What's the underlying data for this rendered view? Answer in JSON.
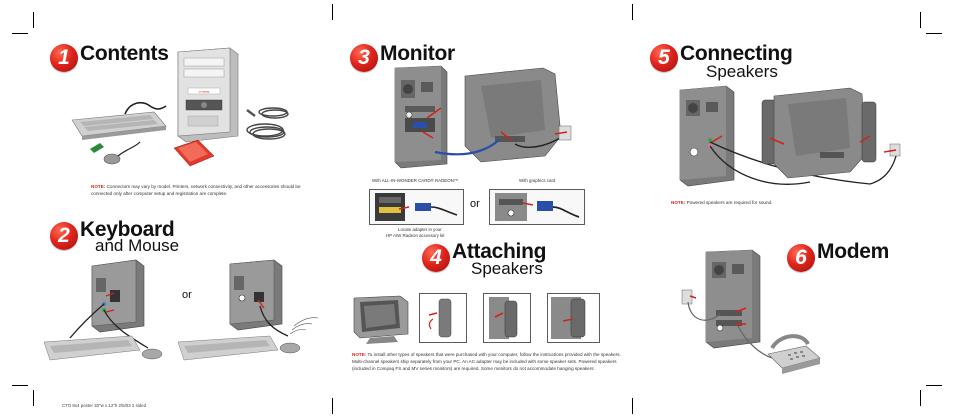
{
  "colors": {
    "accent": "#e0251d",
    "tower": "#8a8a8a",
    "tower_front": "#d8d8d8",
    "keyboard": "#cfcfcf",
    "arrow": "#d2231a",
    "cable_blue": "#2a4fa8"
  },
  "steps": [
    {
      "number": "1",
      "title": "Contents",
      "subtitle": ""
    },
    {
      "number": "2",
      "title": "Keyboard",
      "subtitle": "and Mouse"
    },
    {
      "number": "3",
      "title": "Monitor",
      "subtitle": ""
    },
    {
      "number": "4",
      "title": "Attaching",
      "subtitle": "Speakers"
    },
    {
      "number": "5",
      "title": "Connecting",
      "subtitle": "Speakers"
    },
    {
      "number": "6",
      "title": "Modem",
      "subtitle": ""
    }
  ],
  "contents": {
    "note_label": "NOTE:",
    "note_text": "Connectors may vary by model. Printers, network connectivity, and other accessories should be connected only after computer setup and registration are complete."
  },
  "keyboard_mouse": {
    "or": "or"
  },
  "monitor": {
    "caption_ati": "With ALL-IN-WONDER CARD® RADEON™",
    "caption_graphics": "With graphics card",
    "or": "or",
    "locate_line1": "Locate adapter in your",
    "locate_line2": "HP AIW Radeon accessory kit"
  },
  "attaching": {
    "note_label": "NOTE:",
    "note_text": "To install other types of speakers that were purchased with your computer, follow the instructions provided with the speakers. Multi-channel speakers ship separately from your PC. An AC adapter may be included with some speaker sets. Powered speakers (included in Compaq FS and MV series monitors) are required. Some monitors do not accommodate hanging speakers."
  },
  "connecting": {
    "note_label": "NOTE:",
    "note_text": "Powered speakers are required for sound."
  },
  "footer": "CTO 8x4 poster   30\"w x 12\"h  2/5/03   2 sided"
}
